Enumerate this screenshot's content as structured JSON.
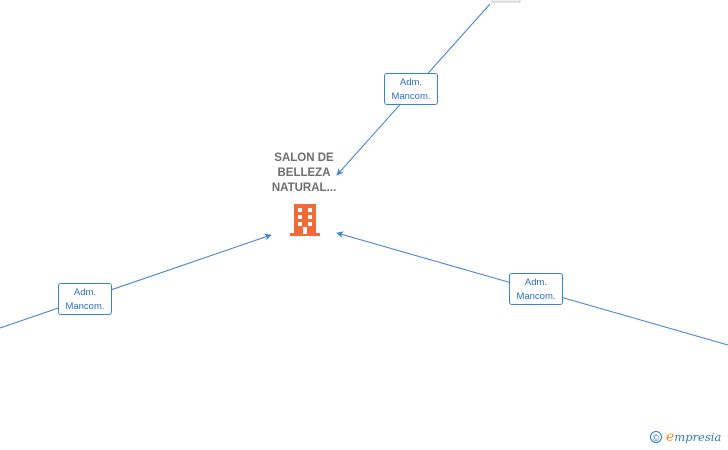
{
  "company": {
    "name_lines": [
      "SALON DE",
      "BELLEZA",
      "NATURAL..."
    ],
    "icon": "building-icon",
    "icon_color": "#f26a3a"
  },
  "edges": [
    {
      "label_line1": "Adm.",
      "label_line2": "Mancom."
    },
    {
      "label_line1": "Adm.",
      "label_line2": "Mancom."
    },
    {
      "label_line1": "Adm.",
      "label_line2": "Mancom."
    }
  ],
  "edge_color": "#3b82d6",
  "watermark": {
    "symbol": "©",
    "brand_initial": "e",
    "brand_rest": "mpresia"
  }
}
